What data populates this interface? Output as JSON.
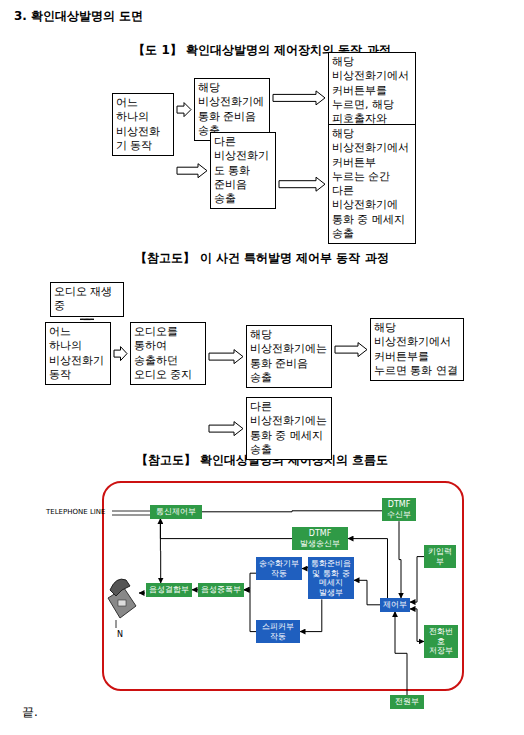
{
  "diagram": {
    "title": "3. 확인대상발명의 도면",
    "nodes": [
      {
        "text": [
          "어느 하나의 비상전화기 동작"
        ]
      },
      {
        "text": [
          "해당 비상전화기에 통화 준비음 송출"
        ]
      },
      {
        "text": [
          "해당 비상전화기에서 커버튼부를 누르면, 해당 피호출자와 통화 연결"
        ]
      },
      {
        "text": [
          "다른 비상전화기도 통화 준비음 송출"
        ]
      },
      {
        "text": [
          "해당 비상전화기에서 커버튼부 누르는 순간 다른 비상전화기에 통화 중 메세지 송출"
        ]
      },
      {
        "text": [
          "오디오 재생 중"
        ]
      },
      {
        "text": [
          "어느 하나의 비상전화기 동작"
        ]
      },
      {
        "text": [
          "오디오를 통하여 송출하던 오디오 중지"
        ]
      },
      {
        "text": [
          "해당 비상전화기에는 통화 준비음 송출"
        ]
      },
      {
        "text": [
          "해당 비상전화기에서 커버튼부를 누르면 통화 연결"
        ]
      },
      {
        "text": [
          "다른 비상전화기에는 통화 중 메세지 송출"
        ]
      },
      {
        "text": [
          "통신제어부"
        ]
      },
      {
        "text": [
          "DTMF 수신부"
        ]
      },
      {
        "text": [
          "DTMF 발생송신부"
        ]
      },
      {
        "text": [
          "송수화기부 작동"
        ]
      },
      {
        "text": [
          "통화준비음 및 통화 중 메세지 발생부"
        ]
      },
      {
        "text": [
          "키입력부"
        ]
      },
      {
        "text": [
          "제어부"
        ]
      },
      {
        "text": [
          "전화번호 저장부"
        ]
      },
      {
        "text": [
          "음성결합부"
        ]
      },
      {
        "text": [
          "음성증폭부"
        ]
      },
      {
        "text": [
          "스피커부 작동"
        ]
      },
      {
        "text": [
          "전원부"
        ]
      }
    ],
    "edges": [
      {
        "from": 0,
        "to": 1,
        "arrow": "to"
      },
      {
        "from": 1,
        "to": 2,
        "arrow": "to"
      },
      {
        "from": 0,
        "to": 3,
        "arrow": "to"
      },
      {
        "from": 3,
        "to": 4,
        "arrow": "to"
      },
      {
        "from": 5,
        "to": 6,
        "arrow": "to"
      },
      {
        "from": 6,
        "to": 7,
        "arrow": "to"
      },
      {
        "from": 7,
        "to": 8,
        "arrow": "to"
      },
      {
        "from": 8,
        "to": 9,
        "arrow": "to"
      },
      {
        "from": 7,
        "to": 10,
        "arrow": "to"
      },
      {
        "from": 11,
        "to": 12,
        "arrow": "none"
      },
      {
        "from": 12,
        "to": 17,
        "arrow": "to"
      },
      {
        "from": 17,
        "to": 13,
        "arrow": "to"
      },
      {
        "from": 13,
        "to": 11,
        "arrow": "to"
      },
      {
        "from": 11,
        "to": 19,
        "arrow": "to"
      },
      {
        "from": 17,
        "to": 15,
        "arrow": "to"
      },
      {
        "from": 15,
        "to": 14,
        "arrow": "to"
      },
      {
        "from": 14,
        "to": 20,
        "arrow": "to"
      },
      {
        "from": 21,
        "to": 20,
        "arrow": "to"
      },
      {
        "from": 15,
        "to": 21,
        "arrow": "to"
      },
      {
        "from": 20,
        "to": 19,
        "arrow": "to"
      },
      {
        "from": 16,
        "to": 17,
        "arrow": "to"
      },
      {
        "from": 18,
        "to": 17,
        "arrow": "both"
      },
      {
        "from": 22,
        "to": 17,
        "arrow": "to"
      }
    ],
    "labels": [
      "【도 1】  확인대상발명의 제어장치의 동작 과정",
      "【참고도】  이 사건 특허발명 제어부 동작 과정",
      "【참고도】 확인대상발명의 제어장치의 흐름도",
      "TELEPHONE LINE",
      "N",
      "끝."
    ]
  }
}
